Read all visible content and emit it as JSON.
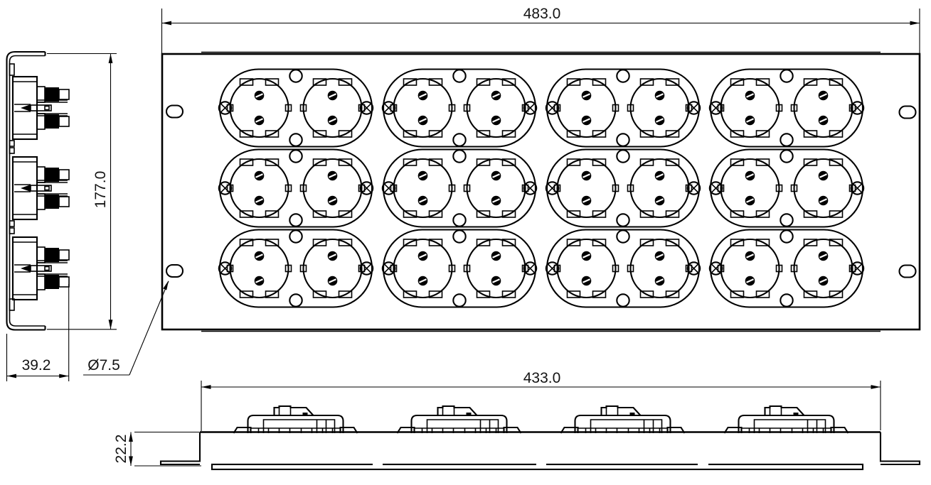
{
  "drawing": {
    "type": "technical-drawing",
    "colors": {
      "line": "#000000",
      "background": "#ffffff",
      "text": "#141414"
    },
    "dimensions": {
      "front_width_label": "483.0",
      "front_height_label": "177.0",
      "side_depth_label": "39.2",
      "hole_diameter_label": "Ø7.5",
      "strip_width_label": "433.0",
      "strip_height_label": "22.2"
    },
    "front_view": {
      "rows": 3,
      "columns": 4,
      "module_count": 12,
      "sockets_per_module": 2,
      "socket_count": 24,
      "mounting_hole_count": 4
    },
    "side_view": {
      "module_count": 3
    },
    "bottom_view": {
      "module_count": 4
    }
  }
}
